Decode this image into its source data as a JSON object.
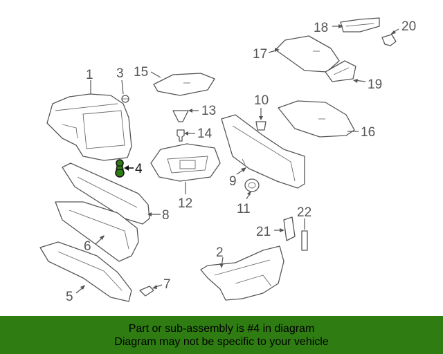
{
  "diagram": {
    "highlighted_part": "4",
    "callouts": [
      "1",
      "2",
      "3",
      "4",
      "5",
      "6",
      "7",
      "8",
      "9",
      "10",
      "11",
      "12",
      "13",
      "14",
      "15",
      "16",
      "17",
      "18",
      "19",
      "20",
      "21",
      "22"
    ],
    "highlight_color": "#111111",
    "line_color": "#555555"
  },
  "banner": {
    "line1": "Part or sub-assembly is #4 in diagram",
    "line2": "Diagram may not be specific to your vehicle",
    "background": "#2f7d12"
  }
}
